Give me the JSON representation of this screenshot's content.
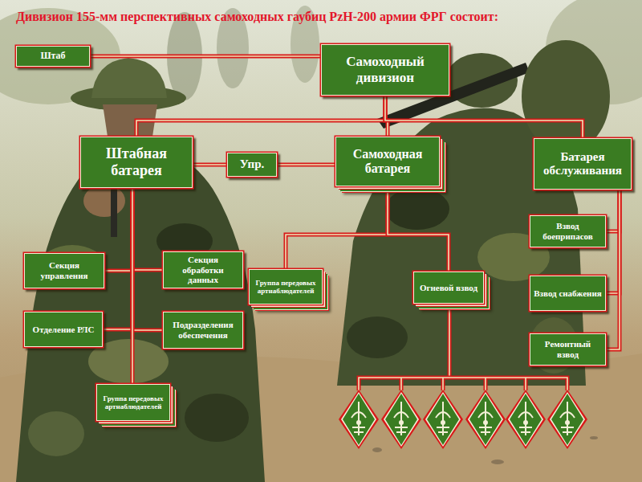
{
  "diagram": {
    "title": "Дивизион 155-мм перспективных самоходных гаубиц PzH-200 армии ФРГ состоит:",
    "nodes": [
      {
        "text": [
          "Штаб"
        ]
      },
      {
        "text": [
          "Самоходный дивизион"
        ]
      },
      {
        "text": [
          "Штабная батарея"
        ]
      },
      {
        "text": [
          "Упр."
        ]
      },
      {
        "text": [
          "Самоходная батарея"
        ]
      },
      {
        "text": [
          "Батарея обслуживания"
        ]
      },
      {
        "text": [
          "Секция управления"
        ]
      },
      {
        "text": [
          "Секция обработки данных"
        ]
      },
      {
        "text": [
          "Отделение РЛС"
        ]
      },
      {
        "text": [
          "Подразделения обеспечения"
        ]
      },
      {
        "text": [
          "Группа передовых артнаблюдателей"
        ]
      },
      {
        "text": [
          "Группа передовых артнаблюдателей"
        ]
      },
      {
        "text": [
          "Огневой взвод"
        ]
      },
      {
        "text": [
          "Взвод боеприпасов"
        ]
      },
      {
        "text": [
          "Взвод снабжения"
        ]
      },
      {
        "text": [
          "Ремонтный взвод"
        ]
      }
    ],
    "edges": [
      {
        "from": 1,
        "to": 0,
        "arrow": "none"
      },
      {
        "from": 1,
        "to": 2,
        "arrow": "none"
      },
      {
        "from": 1,
        "to": 4,
        "arrow": "none"
      },
      {
        "from": 1,
        "to": 5,
        "arrow": "none"
      },
      {
        "from": 3,
        "to": 2,
        "arrow": "none"
      },
      {
        "from": 3,
        "to": 4,
        "arrow": "none"
      },
      {
        "from": 2,
        "to": 6,
        "arrow": "none"
      },
      {
        "from": 2,
        "to": 7,
        "arrow": "none"
      },
      {
        "from": 2,
        "to": 8,
        "arrow": "none"
      },
      {
        "from": 2,
        "to": 9,
        "arrow": "none"
      },
      {
        "from": 2,
        "to": 10,
        "arrow": "none"
      },
      {
        "from": 4,
        "to": 11,
        "arrow": "none"
      },
      {
        "from": 4,
        "to": 12,
        "arrow": "none"
      },
      {
        "from": 5,
        "to": 13,
        "arrow": "none"
      },
      {
        "from": 5,
        "to": 14,
        "arrow": "none"
      },
      {
        "from": 5,
        "to": 15,
        "arrow": "none"
      }
    ]
  }
}
